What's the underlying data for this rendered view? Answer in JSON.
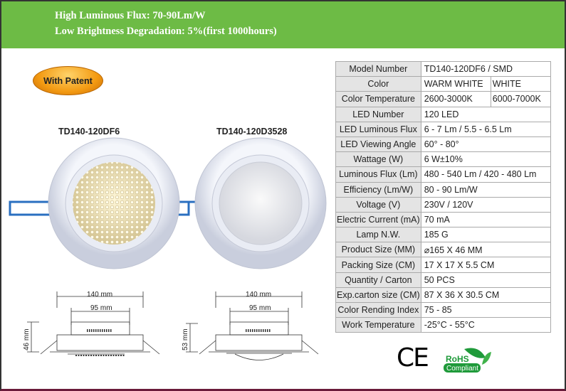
{
  "banner": {
    "line1": "High Luminous Flux: 70-90Lm/W",
    "line2": "Low Brightness Degradation: 5%(first 1000hours)"
  },
  "badge": "With Patent",
  "models": [
    "TD140-120DF6",
    "TD140-120D3528"
  ],
  "dimensions": {
    "outer": "140 mm",
    "inner": "95 mm",
    "height_left": "46 mm",
    "height_right": "53 mm"
  },
  "specs": [
    {
      "label": "Model Number",
      "value": "TD140-120DF6 / SMD"
    },
    {
      "label": "Color",
      "value": "WARM WHITE",
      "value2": "WHITE"
    },
    {
      "label": "Color Temperature",
      "value": "2600-3000K",
      "value2": "6000-7000K"
    },
    {
      "label": "LED Number",
      "value": "120 LED"
    },
    {
      "label": "LED Luminous Flux",
      "value": "6 - 7 Lm / 5.5 - 6.5 Lm"
    },
    {
      "label": "LED Viewing Angle",
      "value": "60° - 80°"
    },
    {
      "label": "Wattage (W)",
      "value": "6 W±10%"
    },
    {
      "label": "Luminous Flux (Lm)",
      "value": "480 - 540 Lm  /  420 - 480 Lm"
    },
    {
      "label": "Efficiency (Lm/W)",
      "value": "80 - 90 Lm/W"
    },
    {
      "label": "Voltage (V)",
      "value": "230V / 120V"
    },
    {
      "label": "Electric Current (mA)",
      "value": "70 mA"
    },
    {
      "label": "Lamp N.W.",
      "value": "185 G"
    },
    {
      "label": "Product Size (MM)",
      "value": "⌀165 X 46 MM"
    },
    {
      "label": "Packing Size (CM)",
      "value": "17 X 17 X 5.5 CM"
    },
    {
      "label": "Quantity / Carton",
      "value": "50 PCS"
    },
    {
      "label": "Exp.carton size (CM)",
      "value": "87 X 36 X 30.5 CM"
    },
    {
      "label": "Color Rending Index",
      "value": "75 - 85"
    },
    {
      "label": "Work Temperature",
      "value": "-25°C - 55°C"
    }
  ],
  "certs": {
    "ce": "CE",
    "rohs": "RoHS",
    "rohs_sub": "Compliant"
  }
}
